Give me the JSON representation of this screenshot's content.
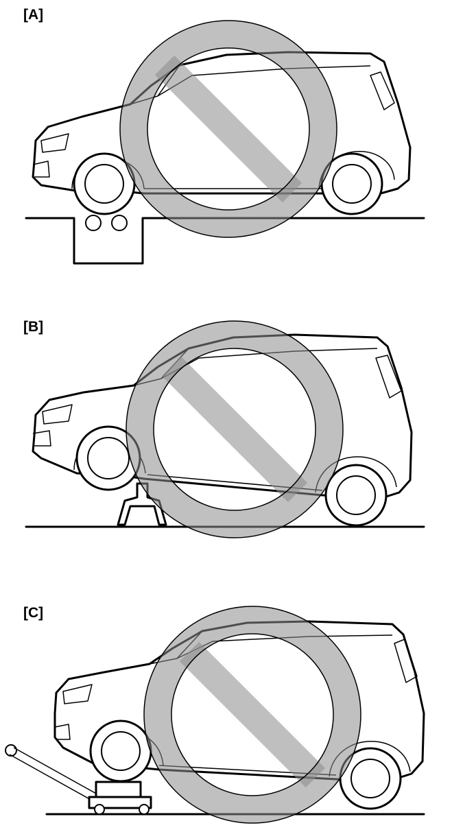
{
  "panels": [
    {
      "label": "[A]",
      "scenario": "lift"
    },
    {
      "label": "[B]",
      "scenario": "jack-stand"
    },
    {
      "label": "[C]",
      "scenario": "floor-jack"
    }
  ],
  "colors": {
    "prohibition": "#8c8c8c",
    "outline": "#000000",
    "background": "#ffffff"
  }
}
